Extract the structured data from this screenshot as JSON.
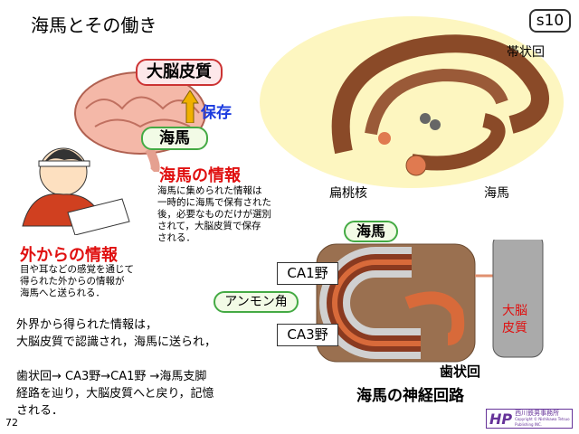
{
  "title": "海馬とその働き",
  "slide_id": "s10",
  "page_number": "72",
  "left": {
    "cortex_label": "大脳皮質",
    "save_label": "保存",
    "hippocampus_label": "海馬",
    "hippo_info_heading": "海馬の情報",
    "hippo_info_lines": [
      "海馬に集められた情報は",
      "一時的に海馬で保有された",
      "後，必要なものだけが選別",
      "されて，大脳皮質で保存",
      "される．"
    ],
    "outside_info_heading": "外からの情報",
    "outside_info_lines": [
      "目や耳などの感覚を通じて",
      "得られた外からの情報が",
      "海馬へと送られる．"
    ],
    "summary_lines": [
      "外界から得られた情報は，",
      "大脳皮質で認識され，海馬に送られ，",
      "",
      "歯状回→ CA3野→CA1野 →海馬支脚",
      "経路を辿り，大脳皮質へと戻り，記憶",
      "される．"
    ]
  },
  "anatomy": {
    "cingulate": "帯状回",
    "amygdala": "扁桃核",
    "hippocampus": "海馬"
  },
  "circuit": {
    "hippocampus": "海馬",
    "ca1": "CA1野",
    "ammon": "アンモン角",
    "ca3": "CA3野",
    "cortex": [
      "大脳",
      "皮質"
    ],
    "dentate": "歯状回",
    "caption": "海馬の神経回路"
  },
  "logo": {
    "name": "西川鉄男事務所",
    "copyright": "Copyright © Nishikawa Tetsuo Publishing INC."
  }
}
